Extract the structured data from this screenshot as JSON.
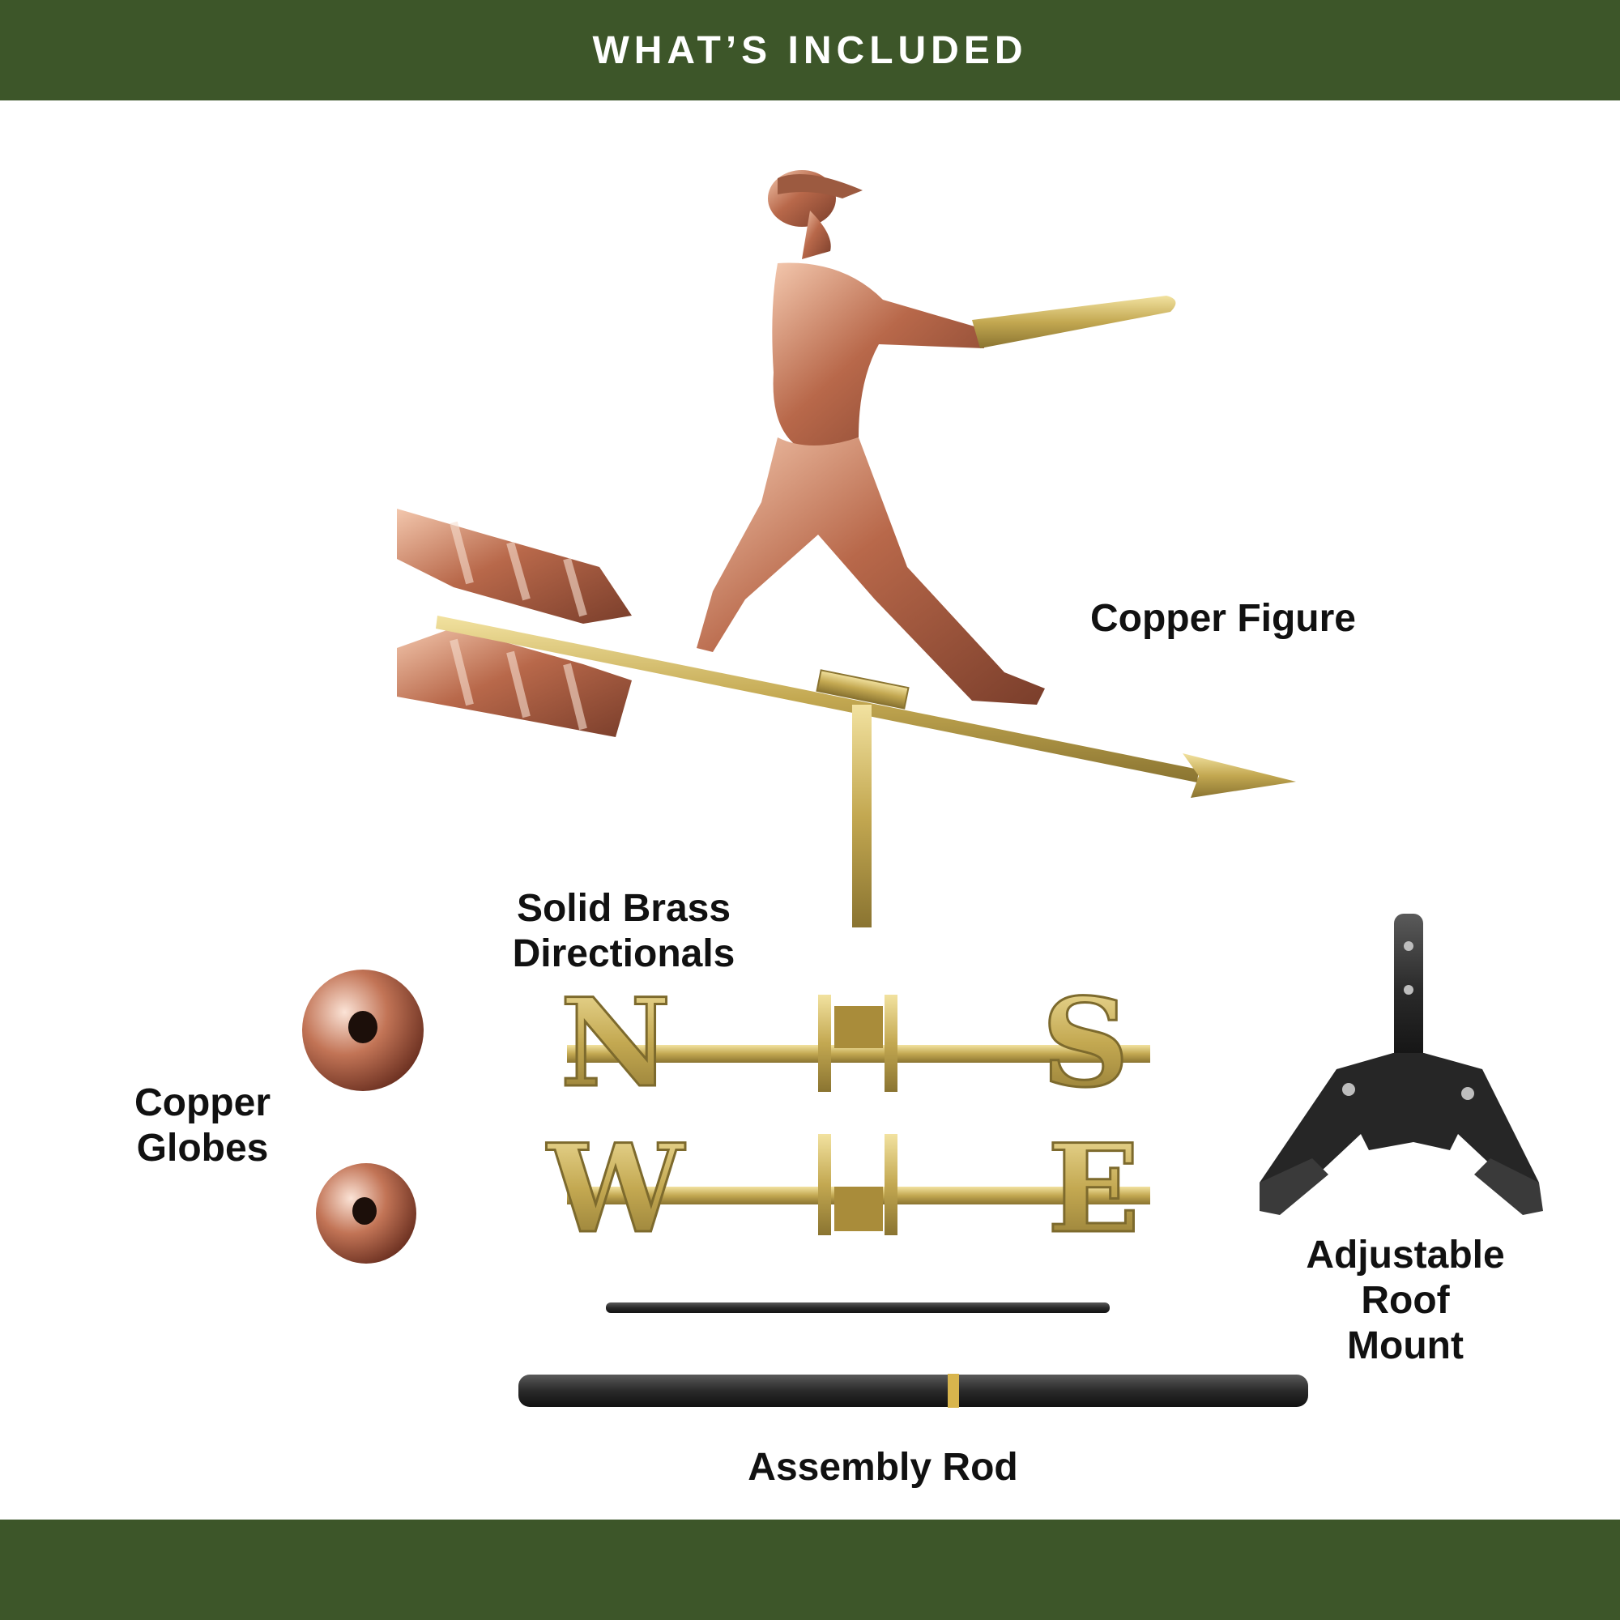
{
  "header": {
    "title": "WHAT’S INCLUDED"
  },
  "labels": {
    "copper_figure": "Copper Figure",
    "brass_directionals": [
      "Solid Brass",
      "Directionals"
    ],
    "copper_globes": [
      "Copper",
      "Globes"
    ],
    "roof_mount": [
      "Adjustable",
      "Roof",
      "Mount"
    ],
    "assembly_rod": "Assembly Rod"
  },
  "directionals": {
    "n": "N",
    "s": "S",
    "w": "W",
    "e": "E"
  },
  "colors": {
    "band": "#3d5629",
    "copper": "#c98a6a",
    "brass": "#c9b46a",
    "mount": "#2b2b2b"
  }
}
